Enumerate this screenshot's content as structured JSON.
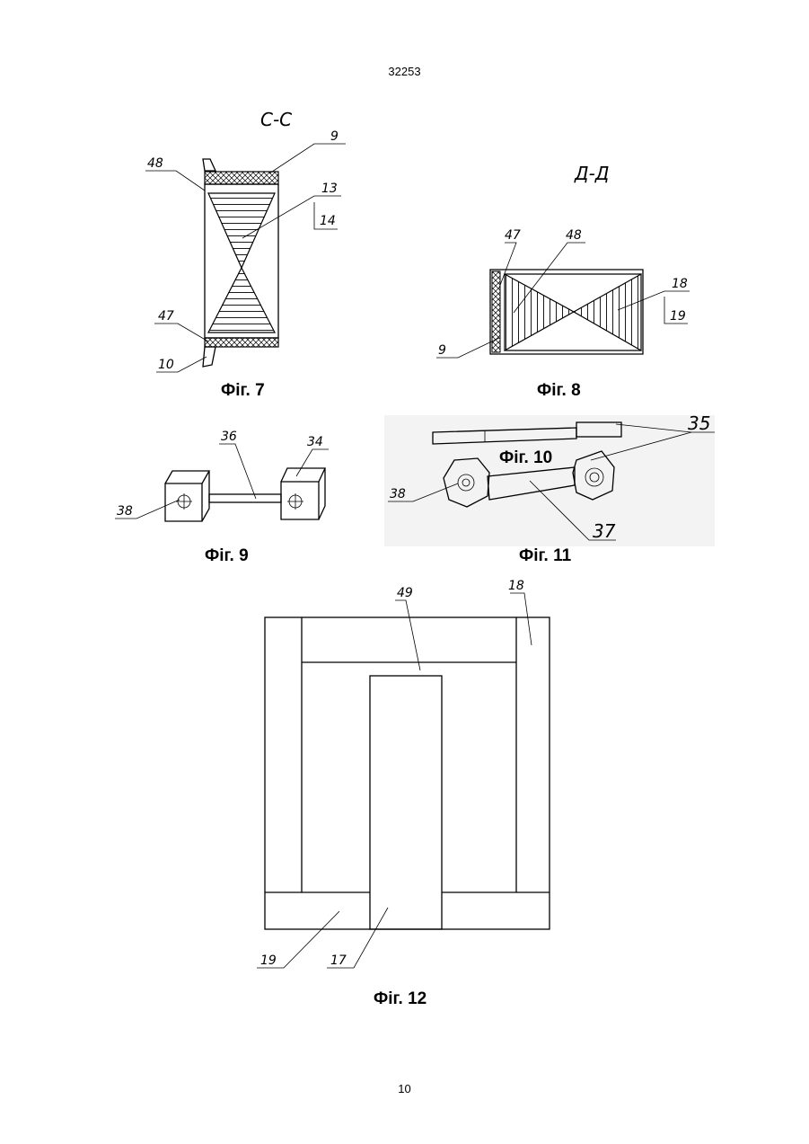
{
  "header": {
    "doc_number": "32253"
  },
  "footer": {
    "page": "10"
  },
  "fig7": {
    "caption": "Фіг. 7",
    "section": "С-С",
    "labels": {
      "l9": "9",
      "l48": "48",
      "l13": "13",
      "l14": "14",
      "l47": "47",
      "l10": "10"
    }
  },
  "fig8": {
    "caption": "Фіг. 8",
    "section": "Д-Д",
    "labels": {
      "l47": "47",
      "l48": "48",
      "l18": "18",
      "l19": "19",
      "l9": "9"
    }
  },
  "fig9": {
    "caption": "Фіг. 9",
    "labels": {
      "l36": "36",
      "l34": "34",
      "l38": "38"
    }
  },
  "fig10": {
    "caption": "Фіг. 10",
    "labels": {
      "l35": "35"
    }
  },
  "fig11": {
    "caption": "Фіг. 11",
    "labels": {
      "l38": "38",
      "l37": "37"
    }
  },
  "fig12": {
    "caption": "Фіг. 12",
    "labels": {
      "l49": "49",
      "l18": "18",
      "l19": "19",
      "l17": "17"
    }
  }
}
